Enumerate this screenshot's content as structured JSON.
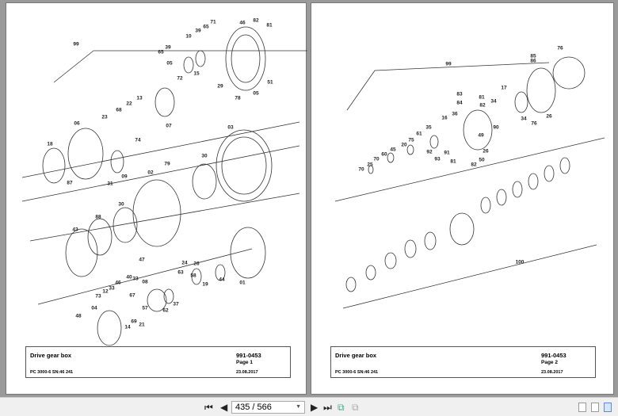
{
  "pages": [
    {
      "title": "Drive gear box",
      "number": "991-0453",
      "page_label": "Page 1",
      "model": "PC 3000-6 SN:46 241",
      "date": "23.08.2017",
      "callouts": [
        "99",
        "71",
        "46",
        "82",
        "81",
        "65",
        "39",
        "10",
        "39",
        "65",
        "05",
        "13",
        "22",
        "68",
        "23",
        "06",
        "07",
        "72",
        "15",
        "29",
        "78",
        "05",
        "51",
        "03",
        "74",
        "18",
        "87",
        "31",
        "09",
        "02",
        "79",
        "30",
        "30",
        "88",
        "43",
        "47",
        "24",
        "63",
        "19",
        "58",
        "26",
        "44",
        "01",
        "40",
        "33",
        "08",
        "46",
        "12",
        "33",
        "73",
        "04",
        "67",
        "37",
        "62",
        "48",
        "69",
        "21",
        "14",
        "57"
      ]
    },
    {
      "title": "Drive gear box",
      "number": "991-0453",
      "page_label": "Page 2",
      "model": "PC 3000-6 SN:46 241",
      "date": "23.08.2017",
      "callouts": [
        "99",
        "76",
        "85",
        "86",
        "83",
        "81",
        "84",
        "82",
        "17",
        "34",
        "90",
        "34",
        "76",
        "26",
        "36",
        "16",
        "35",
        "61",
        "75",
        "20",
        "45",
        "60",
        "70",
        "25",
        "70",
        "91",
        "92",
        "93",
        "81",
        "82",
        "50",
        "26",
        "49",
        "100"
      ]
    }
  ],
  "toolbar": {
    "page_value": "435 / 566",
    "icons": [
      "first-page-icon",
      "prev-page-icon",
      "next-page-icon",
      "last-page-icon",
      "back-view-icon",
      "forward-view-icon",
      "single-page-icon",
      "continuous-icon",
      "two-page-icon"
    ]
  }
}
